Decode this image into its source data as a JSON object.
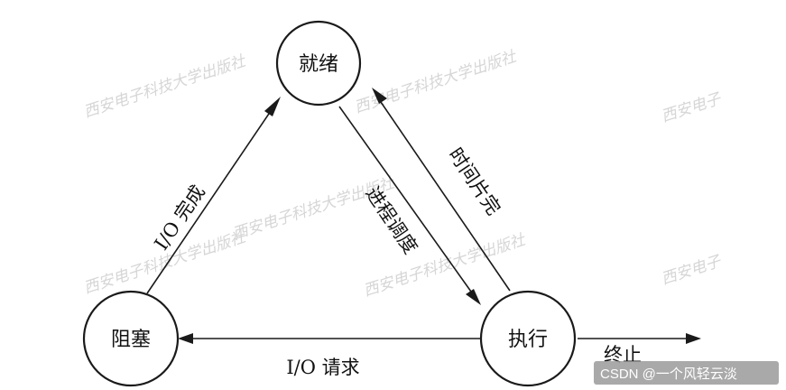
{
  "states": {
    "ready": "就绪",
    "running": "执行",
    "blocked": "阻塞"
  },
  "transitions": {
    "io_complete": "I/O 完成",
    "dispatch": "进程调度",
    "time_slice_done": "时间片完",
    "io_request": "I/O 请求",
    "terminate": "终止"
  },
  "watermark": {
    "text": "西安电子科技大学出版社",
    "fragment": "西安电子"
  },
  "credit": "CSDN @一个风轻云淡",
  "colors": {
    "stroke": "#1a1a1a",
    "watermark": "#d6d6d6",
    "credit_bg": "#9a9a9a"
  }
}
